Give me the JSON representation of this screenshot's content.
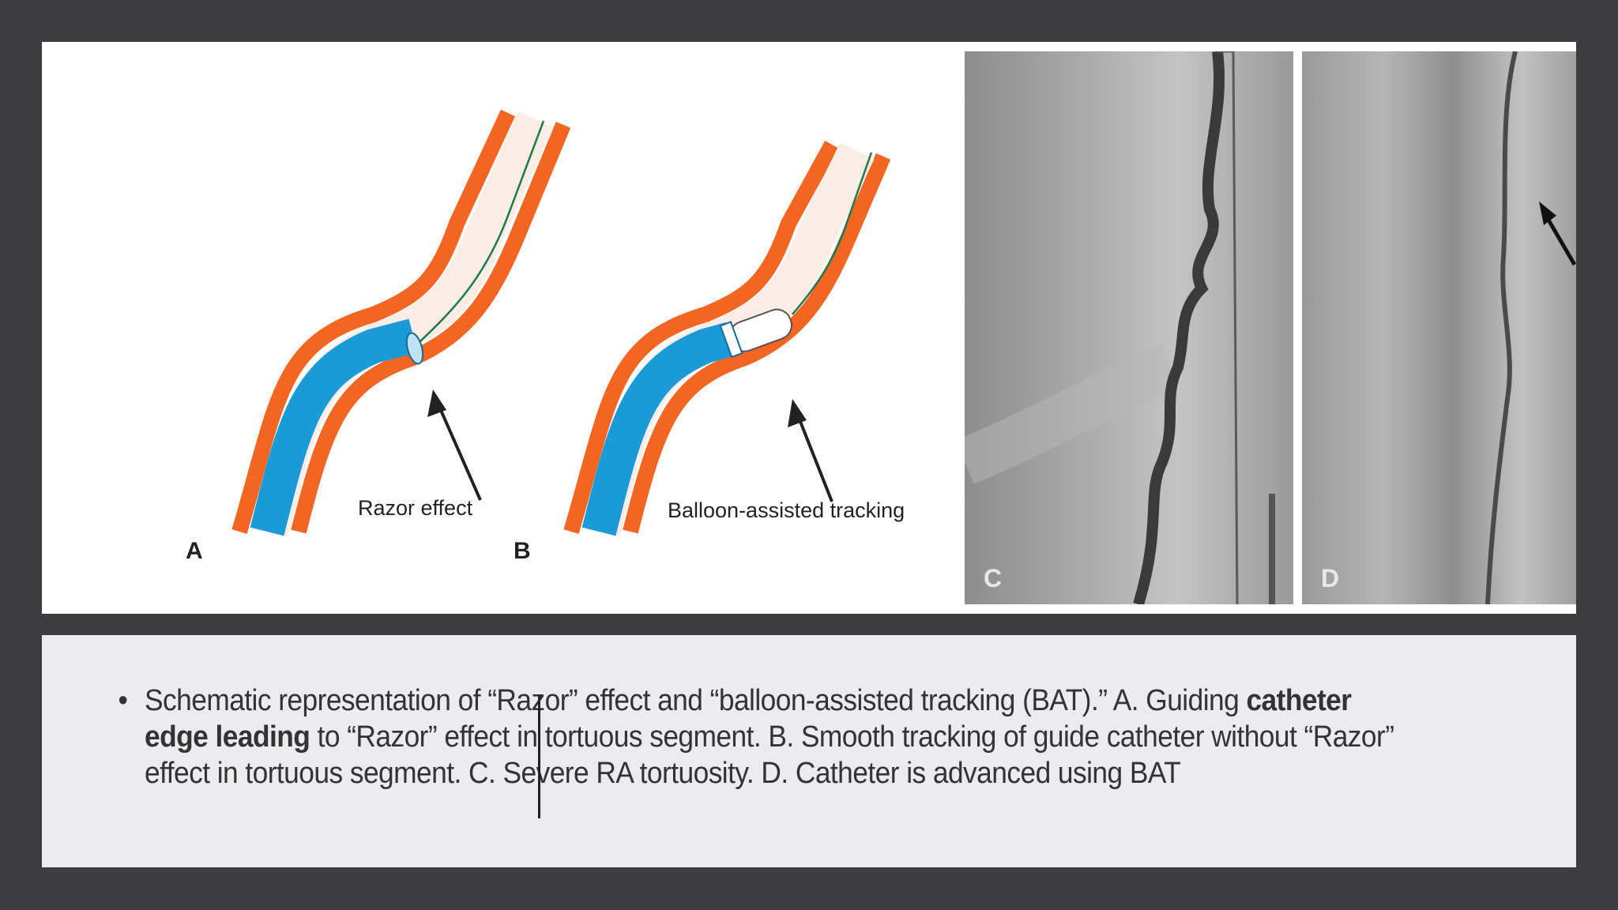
{
  "figure": {
    "panel_a": {
      "letter": "A",
      "label": "Razor effect"
    },
    "panel_b": {
      "letter": "B",
      "label": "Balloon-assisted tracking"
    },
    "panel_c": {
      "letter": "C"
    },
    "panel_d": {
      "letter": "D"
    },
    "colors": {
      "vessel_wall": "#f26522",
      "catheter": "#1a9ad6",
      "wire": "#1e7a4c"
    }
  },
  "caption": {
    "bullet": "•",
    "part1": "Schematic representation of “Razor” effect and “balloon-assisted tracking (BAT).” A. Guiding ",
    "bold": "catheter edge leading",
    "part2": " to “Razor” effect in tortuous segment. B. Smooth tracking of guide catheter without “Razor” effect in tortuous segment. C. Severe RA tortuosity. D. Catheter is advanced using BAT"
  }
}
